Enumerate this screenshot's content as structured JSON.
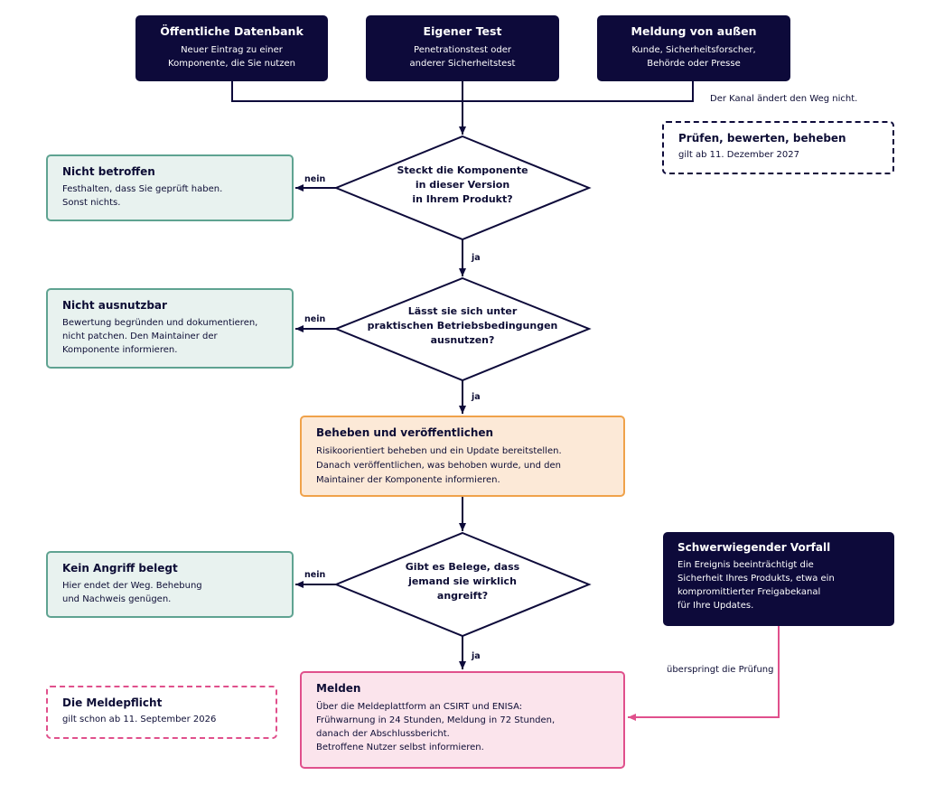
{
  "sources": [
    {
      "title": "Öffentliche Datenbank",
      "line1": "Neuer Eintrag zu einer",
      "line2": "Komponente, die Sie nutzen"
    },
    {
      "title": "Eigener Test",
      "line1": "Penetrationstest oder",
      "line2": "anderer Sicherheitstest"
    },
    {
      "title": "Meldung von außen",
      "line1": "Kunde, Sicherheitsforscher,",
      "line2": "Behörde oder Presse"
    }
  ],
  "channel_note": "Der Kanal ändert den Weg nicht.",
  "check_box": {
    "title": "Prüfen, bewerten, beheben",
    "sub": "gilt ab 11. Dezember 2027"
  },
  "decisions": [
    {
      "line1": "Steckt die Komponente",
      "line2": "in dieser Version",
      "line3": "in Ihrem Produkt?"
    },
    {
      "line1": "Lässt sie sich unter",
      "line2": "praktischen Betriebsbedingungen",
      "line3": "ausnutzen?"
    },
    {
      "line1": "Gibt es Belege, dass",
      "line2": "jemand sie wirklich",
      "line3": "angreift?"
    }
  ],
  "labels": {
    "no": "nein",
    "yes": "ja"
  },
  "outcomes": [
    {
      "title": "Nicht betroffen",
      "line1": "Festhalten, dass Sie geprüft haben.",
      "line2": "Sonst nichts."
    },
    {
      "title": "Nicht ausnutzbar",
      "line1": "Bewertung begründen und dokumentieren,",
      "line2": "nicht patchen. Den Maintainer der",
      "line3": "Komponente informieren."
    },
    {
      "title": "Kein Angriff belegt",
      "line1": "Hier endet der Weg. Behebung",
      "line2": "und Nachweis genügen."
    }
  ],
  "fix": {
    "title": "Beheben und veröffentlichen",
    "line1": "Risikoorientiert beheben und ein Update bereitstellen.",
    "line2": "Danach veröffentlichen, was behoben wurde, und den",
    "line3": "Maintainer der Komponente informieren."
  },
  "report": {
    "title": "Melden",
    "line1": "Über die Meldeplattform an CSIRT und ENISA:",
    "line2": "Frühwarnung in 24 Stunden, Meldung in 72 Stunden,",
    "line3": "danach der Abschlussbericht.",
    "line4": "Betroffene Nutzer selbst informieren."
  },
  "incident": {
    "title": "Schwerwiegender Vorfall",
    "line1": "Ein Ereignis beeinträchtigt die",
    "line2": "Sicherheit Ihres Produkts, etwa ein",
    "line3": "kompromittierter Freigabekanal",
    "line4": "für Ihre Updates."
  },
  "skip_note": "überspringt die Prüfung",
  "duty_box": {
    "title": "Die Meldepflicht",
    "sub": "gilt schon ab 11. September 2026"
  },
  "colors": {
    "navy": "#0d0a3a",
    "green": "#5fa391",
    "orange": "#f0a24a",
    "pink": "#e0508c"
  }
}
